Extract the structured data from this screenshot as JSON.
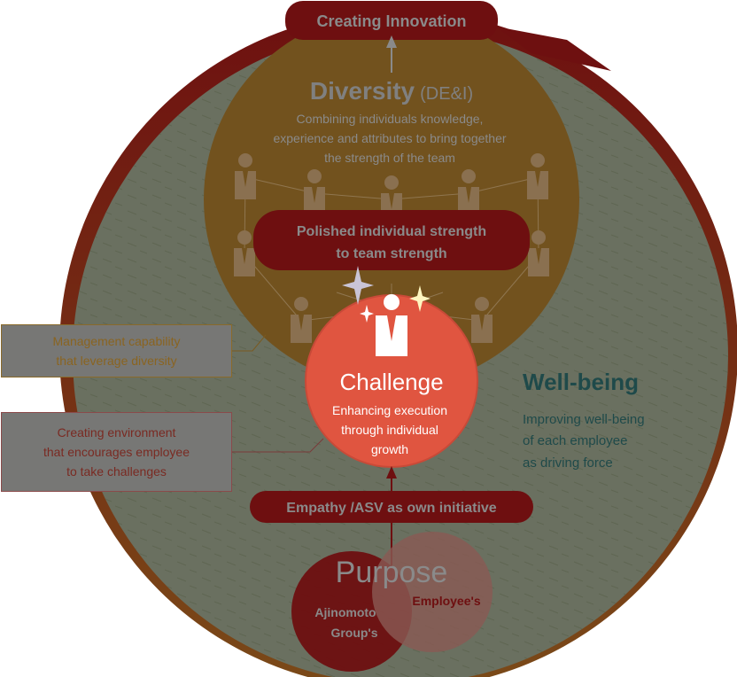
{
  "top_label": "Creating Innovation",
  "diversity": {
    "title": "Diversity",
    "title_suffix": "(DE&I)",
    "description": [
      "Combining individuals knowledge,",
      "experience and attributes to bring together",
      "the strength of the team"
    ]
  },
  "team_strength": [
    "Polished individual strength",
    "to team strength"
  ],
  "challenge": {
    "title": "Challenge",
    "description": [
      "Enhancing execution",
      "through individual",
      "growth"
    ]
  },
  "wellbeing": {
    "title": "Well-being",
    "description": [
      "Improving well-being",
      "of each employee",
      "as driving force"
    ]
  },
  "empathy_label": "Empathy /ASV as own initiative",
  "purpose": {
    "title": "Purpose",
    "group_label": [
      "Ajinomoto",
      "Group's"
    ],
    "employee_label": "Employee's"
  },
  "side_boxes": [
    {
      "lines": [
        "Management capability",
        "that leverage diversity"
      ]
    },
    {
      "lines": [
        "Creating environment",
        "that encourages employee",
        "to take challenges"
      ]
    }
  ],
  "colors": {
    "ring_top": "#6e1010",
    "ring_bottom": "#7a4a18",
    "inner_disk": "#6a7060",
    "diversity_disk": "#72521e",
    "label_red": "#6e0f10",
    "challenge": "#e05540",
    "wellbeing_text": "#1f4a4a"
  }
}
